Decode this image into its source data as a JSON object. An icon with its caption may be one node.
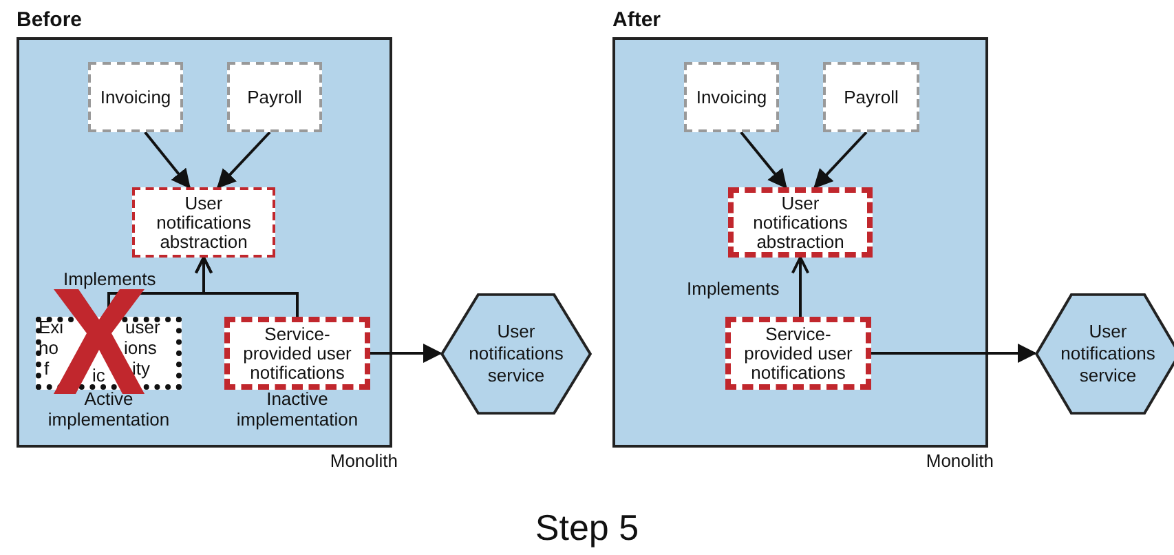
{
  "diagram": {
    "caption": "Step 5",
    "nodes": [
      {
        "text": [
          "Monolith"
        ]
      },
      {
        "text": [
          "Invoicing"
        ],
        "in": 0
      },
      {
        "text": [
          "Payroll"
        ],
        "in": 0
      },
      {
        "text": [
          "User notifications abstraction"
        ],
        "in": 0
      },
      {
        "text": [
          "Exi",
          "user",
          "no",
          "ions",
          "f",
          "ic",
          "ity"
        ],
        "in": 0,
        "beside": [
          "Active implementation"
        ]
      },
      {
        "text": [
          "Service-provided user notifications"
        ],
        "in": 0,
        "beside": [
          "Inactive implementation"
        ]
      },
      {
        "text": [
          "User notifications service"
        ]
      },
      {
        "text": [
          "Monolith"
        ]
      },
      {
        "text": [
          "Invoicing"
        ],
        "in": 7
      },
      {
        "text": [
          "Payroll"
        ],
        "in": 7
      },
      {
        "text": [
          "User notifications abstraction"
        ],
        "in": 7
      },
      {
        "text": [
          "Service-provided user notifications"
        ],
        "in": 7
      },
      {
        "text": [
          "User notifications service"
        ]
      }
    ],
    "edges": [
      {
        "from": 1,
        "to": 3,
        "arrow": "to"
      },
      {
        "from": 2,
        "to": 3,
        "arrow": "to"
      },
      {
        "from": 4,
        "to": 3,
        "arrow": "to",
        "label": "Implements"
      },
      {
        "from": 5,
        "to": 3,
        "arrow": "to"
      },
      {
        "from": 5,
        "to": 6,
        "arrow": "to"
      },
      {
        "from": 8,
        "to": 10,
        "arrow": "to"
      },
      {
        "from": 9,
        "to": 10,
        "arrow": "to"
      },
      {
        "from": 11,
        "to": 10,
        "arrow": "to",
        "label": "Implements"
      },
      {
        "from": 11,
        "to": 12,
        "arrow": "to"
      }
    ],
    "labels": [
      "Before",
      "After"
    ]
  }
}
